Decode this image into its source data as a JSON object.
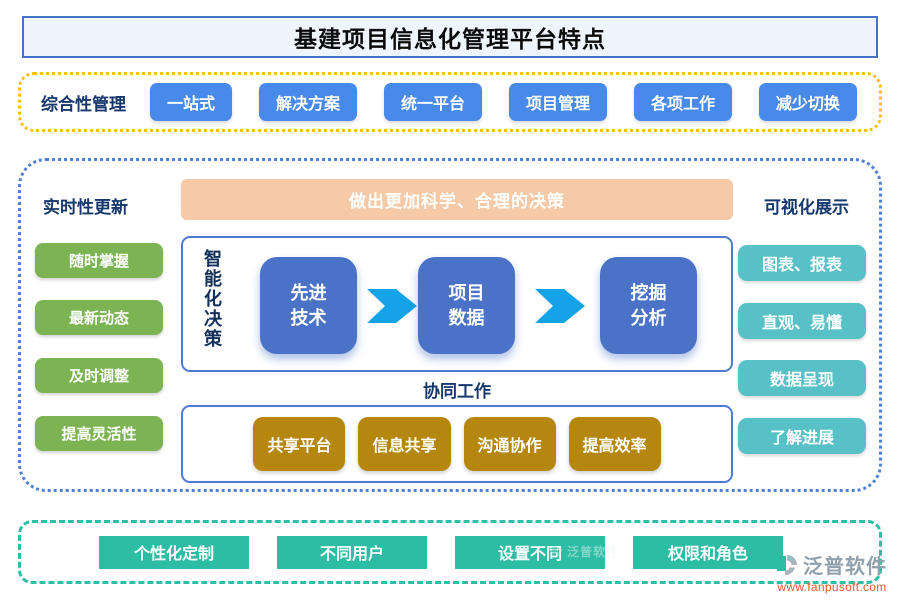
{
  "page_title": "基建项目信息化管理平台特点",
  "comprehensive": {
    "label": "综合性管理",
    "items": [
      "一站式",
      "解决方案",
      "统一平台",
      "项目管理",
      "各项工作",
      "减少切换"
    ]
  },
  "realtime": {
    "label": "实时性更新",
    "items": [
      "随时掌握",
      "最新动态",
      "及时调整",
      "提高灵活性"
    ]
  },
  "decision": {
    "banner": "做出更加科学、合理的决策",
    "flow_label": "智能化决策",
    "steps": [
      "先进技术",
      "项目数据",
      "挖掘分析"
    ]
  },
  "collaboration": {
    "label": "协同工作",
    "items": [
      "共享平台",
      "信息共享",
      "沟通协作",
      "提高效率"
    ]
  },
  "visualization": {
    "label": "可视化展示",
    "items": [
      "图表、报表",
      "直观、易懂",
      "数据呈现",
      "了解进展"
    ]
  },
  "personalization": {
    "items": [
      "个性化定制",
      "不同用户",
      "设置不同",
      "权限和角色"
    ]
  },
  "watermark": {
    "brand": "泛普软件",
    "url": "www.fanpusoft.com"
  },
  "colors": {
    "title_border": "#4472c4",
    "blue_button": "#478ae9",
    "green_button": "#7cb454",
    "teal_button": "#57c1c7",
    "gold_button": "#b5870e",
    "mint_button": "#2dbda4",
    "banner_peach": "#f6caa7",
    "flow_step_blue": "#4a73c8",
    "arrow_cyan": "#14a3e7",
    "border_orange": "#fcbe13",
    "border_blue": "#5080d2",
    "border_mint": "#2dbfa6",
    "label_navy": "#17386d",
    "watermark_orange": "#e4572e"
  }
}
